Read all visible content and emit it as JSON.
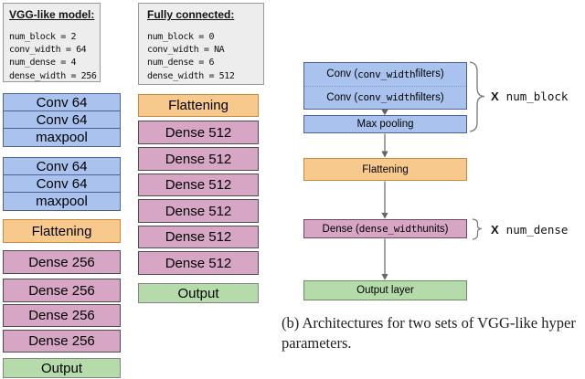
{
  "colors": {
    "blue_fill": "#a9c3ee",
    "blue_border": "#51618f",
    "orange_fill": "#f8c98c",
    "orange_border": "#c8893a",
    "pink_fill": "#d7a6c4",
    "pink_border": "#4d4d4d",
    "green_fill": "#b6dbaa",
    "green_border": "#848484",
    "spec_bg": "#ededed",
    "spec_border": "#999999",
    "arrow": "#666666"
  },
  "vgg_model": {
    "title": "VGG-like model:",
    "params": [
      "num_block = 2",
      "conv_width = 64",
      "num_dense = 4",
      "dense_width = 256"
    ],
    "layers": [
      "Conv 64",
      "Conv 64",
      "maxpool",
      "Conv 64",
      "Conv 64",
      "maxpool",
      "Flattening",
      "Dense 256",
      "Dense 256",
      "Dense 256",
      "Dense 256",
      "Output"
    ]
  },
  "fc_model": {
    "title": "Fully connected:",
    "params": [
      "num_block = 0",
      "conv_width = NA",
      "num_dense = 6",
      "dense_width = 512"
    ],
    "layers": [
      "Flattening",
      "Dense 512",
      "Dense 512",
      "Dense 512",
      "Dense 512",
      "Dense 512",
      "Dense 512",
      "Output"
    ]
  },
  "diagram": {
    "conv_label_pre": "Conv (",
    "conv_label_mono": "conv_width",
    "conv_label_post": " filters)",
    "max_pooling": "Max pooling",
    "flattening": "Flattening",
    "dense_label_pre": "Dense (",
    "dense_label_mono": "dense_width",
    "dense_label_post": " units)",
    "output": "Output layer",
    "times_block_x": "X",
    "times_block_name": "num_block",
    "times_dense_x": "X",
    "times_dense_name": "num_dense"
  },
  "caption": {
    "line1": "(b) Architectures for two sets of VGG-like hyper",
    "line2": "parameters."
  }
}
